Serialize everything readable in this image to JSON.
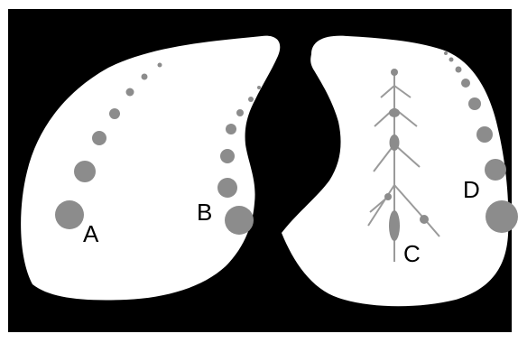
{
  "colors": {
    "background": "#000000",
    "lung_fill": "#ffffff",
    "nodule": "#8c8c8c",
    "vessel": "#9a9a9a",
    "frame": "#ffffff"
  },
  "labels": {
    "a": "A",
    "b": "B",
    "c": "C",
    "d": "D"
  }
}
